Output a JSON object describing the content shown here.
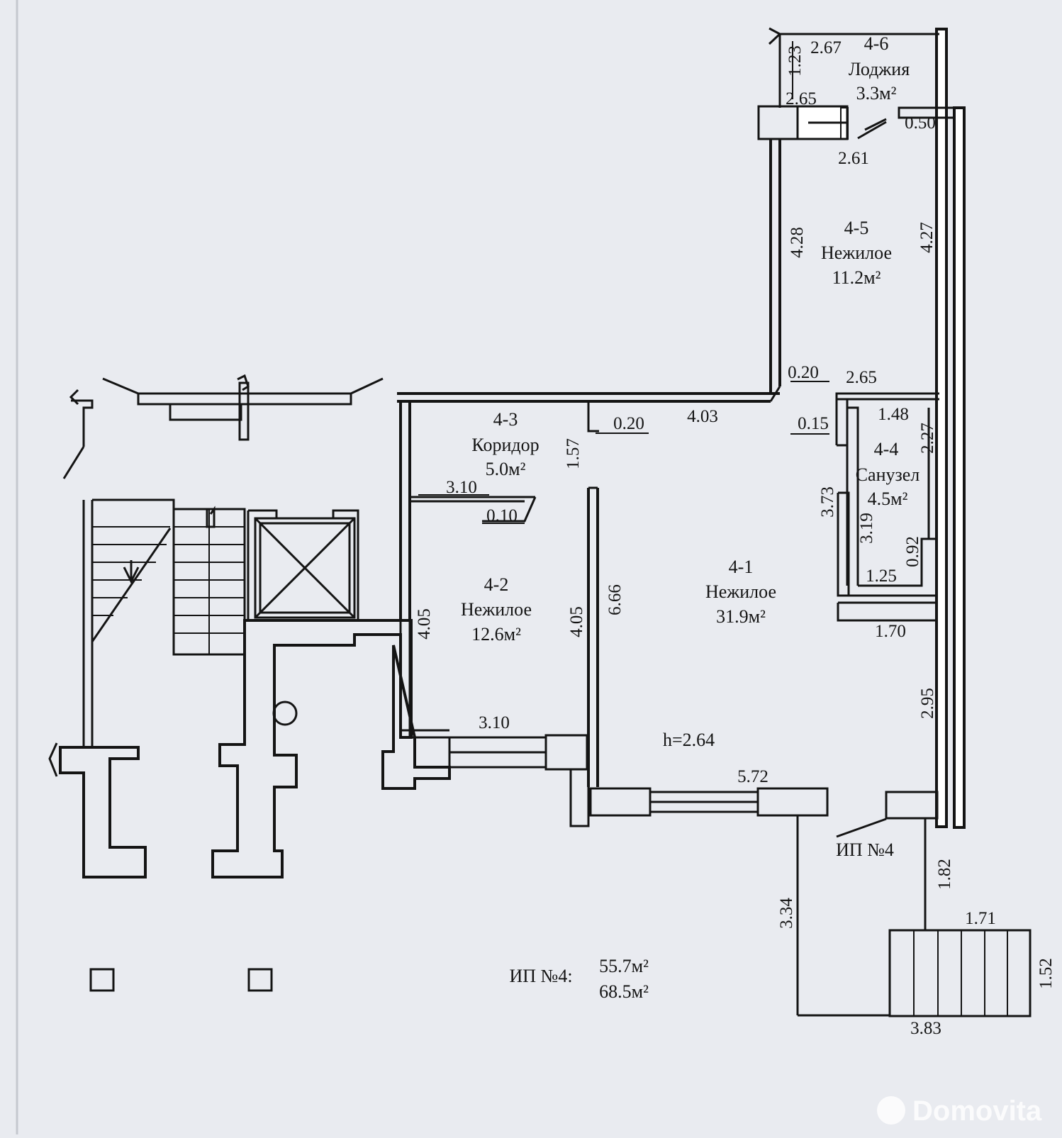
{
  "rooms": [
    {
      "id": "4-6",
      "name": "Лоджия",
      "area": "3.3м²"
    },
    {
      "id": "4-5",
      "name": "Нежилое",
      "area": "11.2м²"
    },
    {
      "id": "4-3",
      "name": "Коридор",
      "area": "5.0м²"
    },
    {
      "id": "4-4",
      "name": "Санузел",
      "area": "4.5м²"
    },
    {
      "id": "4-2",
      "name": "Нежилое",
      "area": "12.6м²"
    },
    {
      "id": "4-1",
      "name": "Нежилое",
      "area": "31.9м²"
    }
  ],
  "dimensions": {
    "d_1_23": "1.23",
    "d_2_67": "2.67",
    "d_2_65_top": "2.65",
    "d_0_50": "0.50",
    "d_2_61": "2.61",
    "d_4_28": "4.28",
    "d_4_27": "4.27",
    "d_0_20_top": "0.20",
    "d_2_65_mid": "2.65",
    "d_0_20_mid": "0.20",
    "d_4_03": "4.03",
    "d_0_15": "0.15",
    "d_1_48": "1.48",
    "d_2_27": "2.27",
    "d_1_57": "1.57",
    "d_3_10_top": "3.10",
    "d_0_10": "0.10",
    "d_3_73": "3.73",
    "d_3_19": "3.19",
    "d_0_92": "0.92",
    "d_1_25": "1.25",
    "d_6_66": "6.66",
    "d_4_05_left": "4.05",
    "d_4_05_right": "4.05",
    "d_1_70": "1.70",
    "d_2_95": "2.95",
    "d_3_10_bottom": "3.10",
    "d_5_72": "5.72",
    "d_1_82": "1.82",
    "d_3_34": "3.34",
    "d_1_71": "1.71",
    "d_1_52": "1.52",
    "d_3_83": "3.83"
  },
  "ceiling_height": "h=2.64",
  "unit_label": "ИП №4",
  "summary": {
    "label": "ИП №4:",
    "area_1": "55.7м²",
    "area_2": "68.5м²"
  },
  "watermark": "Domovita",
  "colors": {
    "paper": "#e9ebf0",
    "ink": "#141414"
  }
}
